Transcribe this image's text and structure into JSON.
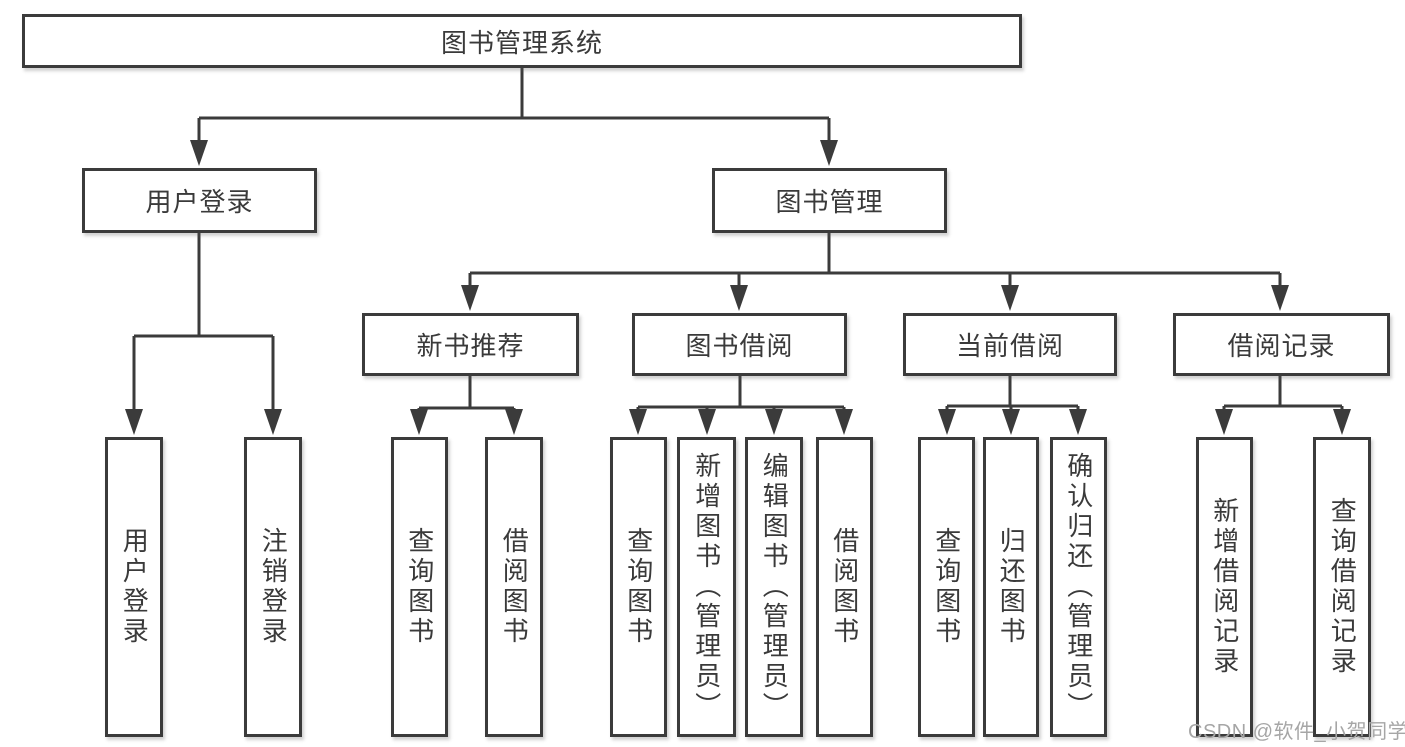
{
  "diagram": {
    "root": {
      "label": "图书管理系统"
    },
    "branches": [
      {
        "label": "用户登录",
        "children": [
          {
            "label": "用户登录"
          },
          {
            "label": "注销登录"
          }
        ]
      },
      {
        "label": "图书管理",
        "children": [
          {
            "label": "新书推荐",
            "children": [
              {
                "label": "查询图书"
              },
              {
                "label": "借阅图书"
              }
            ]
          },
          {
            "label": "图书借阅",
            "children": [
              {
                "label": "查询图书"
              },
              {
                "label": "新增图书（管理员）"
              },
              {
                "label": "编辑图书（管理员）"
              },
              {
                "label": "借阅图书"
              }
            ]
          },
          {
            "label": "当前借阅",
            "children": [
              {
                "label": "查询图书"
              },
              {
                "label": "归还图书"
              },
              {
                "label": "确认归还（管理员）"
              }
            ]
          },
          {
            "label": "借阅记录",
            "children": [
              {
                "label": "新增借阅记录"
              },
              {
                "label": "查询借阅记录"
              }
            ]
          }
        ]
      }
    ]
  },
  "watermark": {
    "text": "CSDN @软件_小贺同学"
  },
  "colors": {
    "line": "#3b3b3b",
    "text": "#3a3a3a",
    "background": "#ffffff",
    "box_background": "#ffffff",
    "watermark": "#a6a6a6"
  }
}
